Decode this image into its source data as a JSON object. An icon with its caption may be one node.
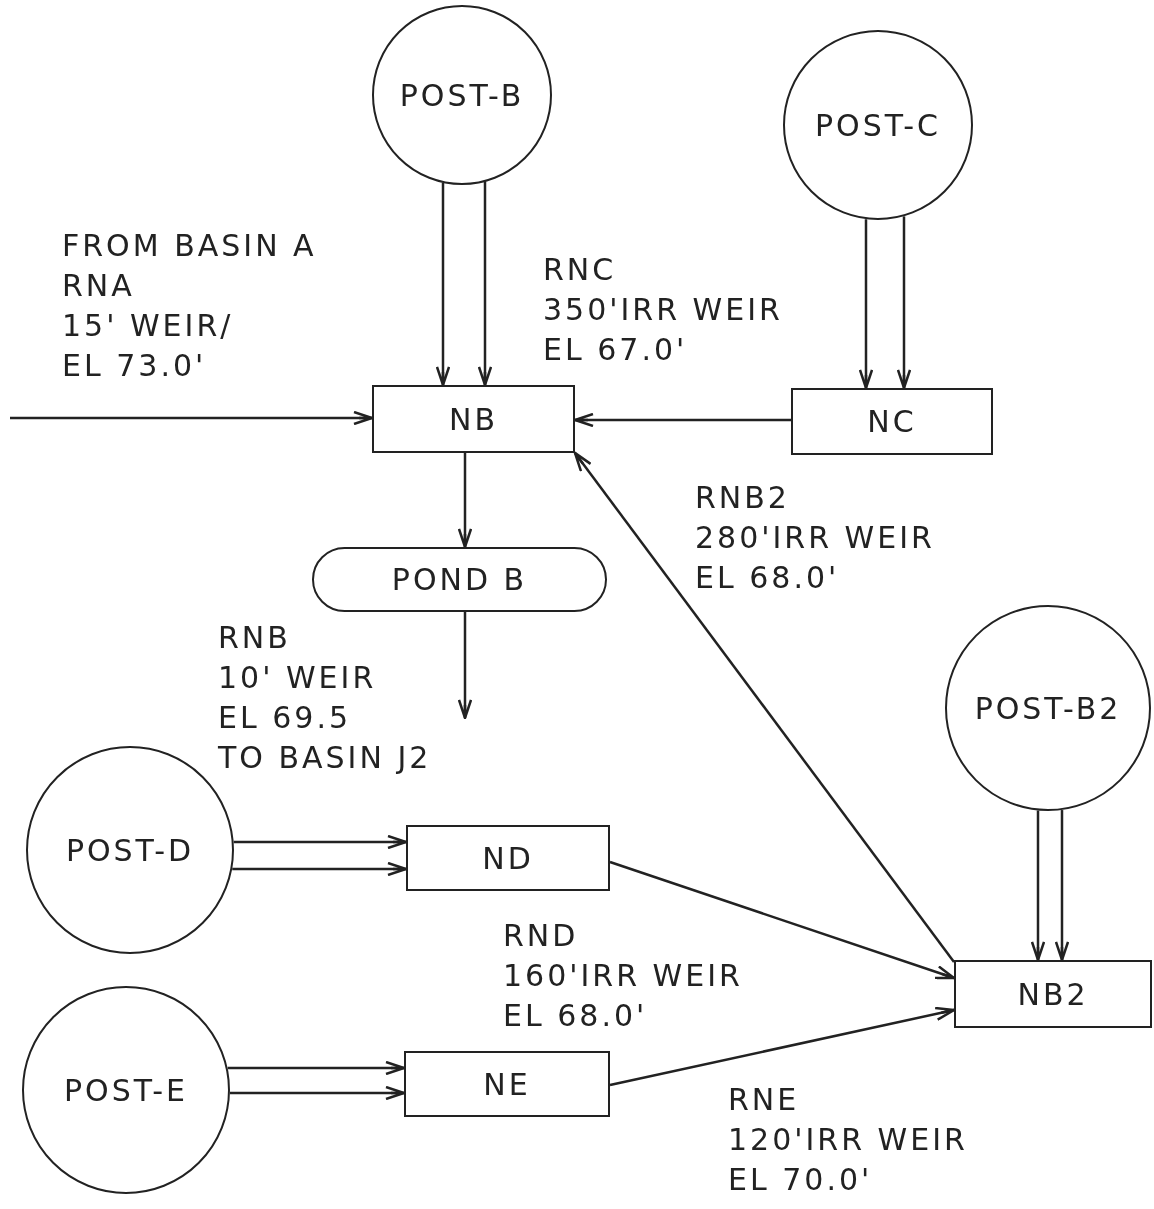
{
  "diagram": {
    "nodes": [
      {
        "text": [
          "POST-B"
        ]
      },
      {
        "text": [
          "POST-C"
        ]
      },
      {
        "text": [
          "NB"
        ]
      },
      {
        "text": [
          "NC"
        ]
      },
      {
        "text": [
          "POND B"
        ]
      },
      {
        "text": [
          "POST-B2"
        ]
      },
      {
        "text": [
          "POST-D"
        ]
      },
      {
        "text": [
          "ND"
        ]
      },
      {
        "text": [
          "NB2"
        ]
      },
      {
        "text": [
          "POST-E"
        ]
      },
      {
        "text": [
          "NE"
        ]
      }
    ],
    "edges": [
      {
        "from": null,
        "to": 2,
        "arrow": "to",
        "label": "FROM BASIN A RNA 15' WEIR/ EL 73.0'"
      },
      {
        "from": 0,
        "to": 2,
        "arrow": "to"
      },
      {
        "from": 0,
        "to": 2,
        "arrow": "to"
      },
      {
        "from": 1,
        "to": 3,
        "arrow": "to"
      },
      {
        "from": 1,
        "to": 3,
        "arrow": "to"
      },
      {
        "from": 3,
        "to": 2,
        "arrow": "to",
        "label": "RNC 350'IRR WEIR EL 67.0'"
      },
      {
        "from": 2,
        "to": 4,
        "arrow": "to"
      },
      {
        "from": 4,
        "to": null,
        "arrow": "to",
        "label": "RNB 10' WEIR EL 69.5 TO BASIN J2"
      },
      {
        "from": 8,
        "to": 2,
        "arrow": "to",
        "label": "RNB2 280'IRR WEIR EL 68.0'"
      },
      {
        "from": 5,
        "to": 8,
        "arrow": "to"
      },
      {
        "from": 5,
        "to": 8,
        "arrow": "to"
      },
      {
        "from": 6,
        "to": 7,
        "arrow": "to"
      },
      {
        "from": 6,
        "to": 7,
        "arrow": "to"
      },
      {
        "from": 7,
        "to": 8,
        "arrow": "to",
        "label": "RND 160'IRR WEIR EL 68.0'"
      },
      {
        "from": 9,
        "to": 10,
        "arrow": "to"
      },
      {
        "from": 9,
        "to": 10,
        "arrow": "to"
      },
      {
        "from": 10,
        "to": 8,
        "arrow": "to",
        "label": "RNE 120'IRR WEIR EL 70.0'"
      }
    ]
  }
}
